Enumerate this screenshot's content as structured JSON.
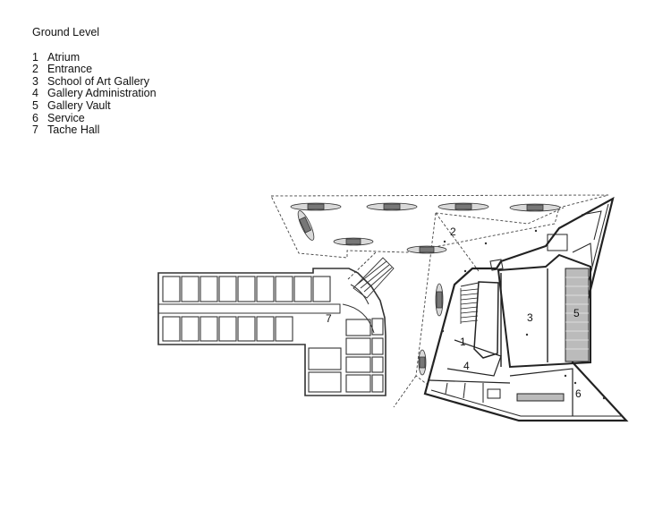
{
  "legend": {
    "title": "Ground Level",
    "items": [
      {
        "num": "1",
        "label": "Atrium"
      },
      {
        "num": "2",
        "label": "Entrance"
      },
      {
        "num": "3",
        "label": "School of Art Gallery"
      },
      {
        "num": "4",
        "label": "Gallery Administration"
      },
      {
        "num": "5",
        "label": "Gallery Vault"
      },
      {
        "num": "6",
        "label": "Service"
      },
      {
        "num": "7",
        "label": "Tache Hall"
      }
    ]
  },
  "plan": {
    "labels": {
      "atrium": "1",
      "entrance": "2",
      "art_gallery": "3",
      "gallery_admin": "4",
      "gallery_vault": "5",
      "service": "6",
      "tache_hall": "7"
    }
  }
}
